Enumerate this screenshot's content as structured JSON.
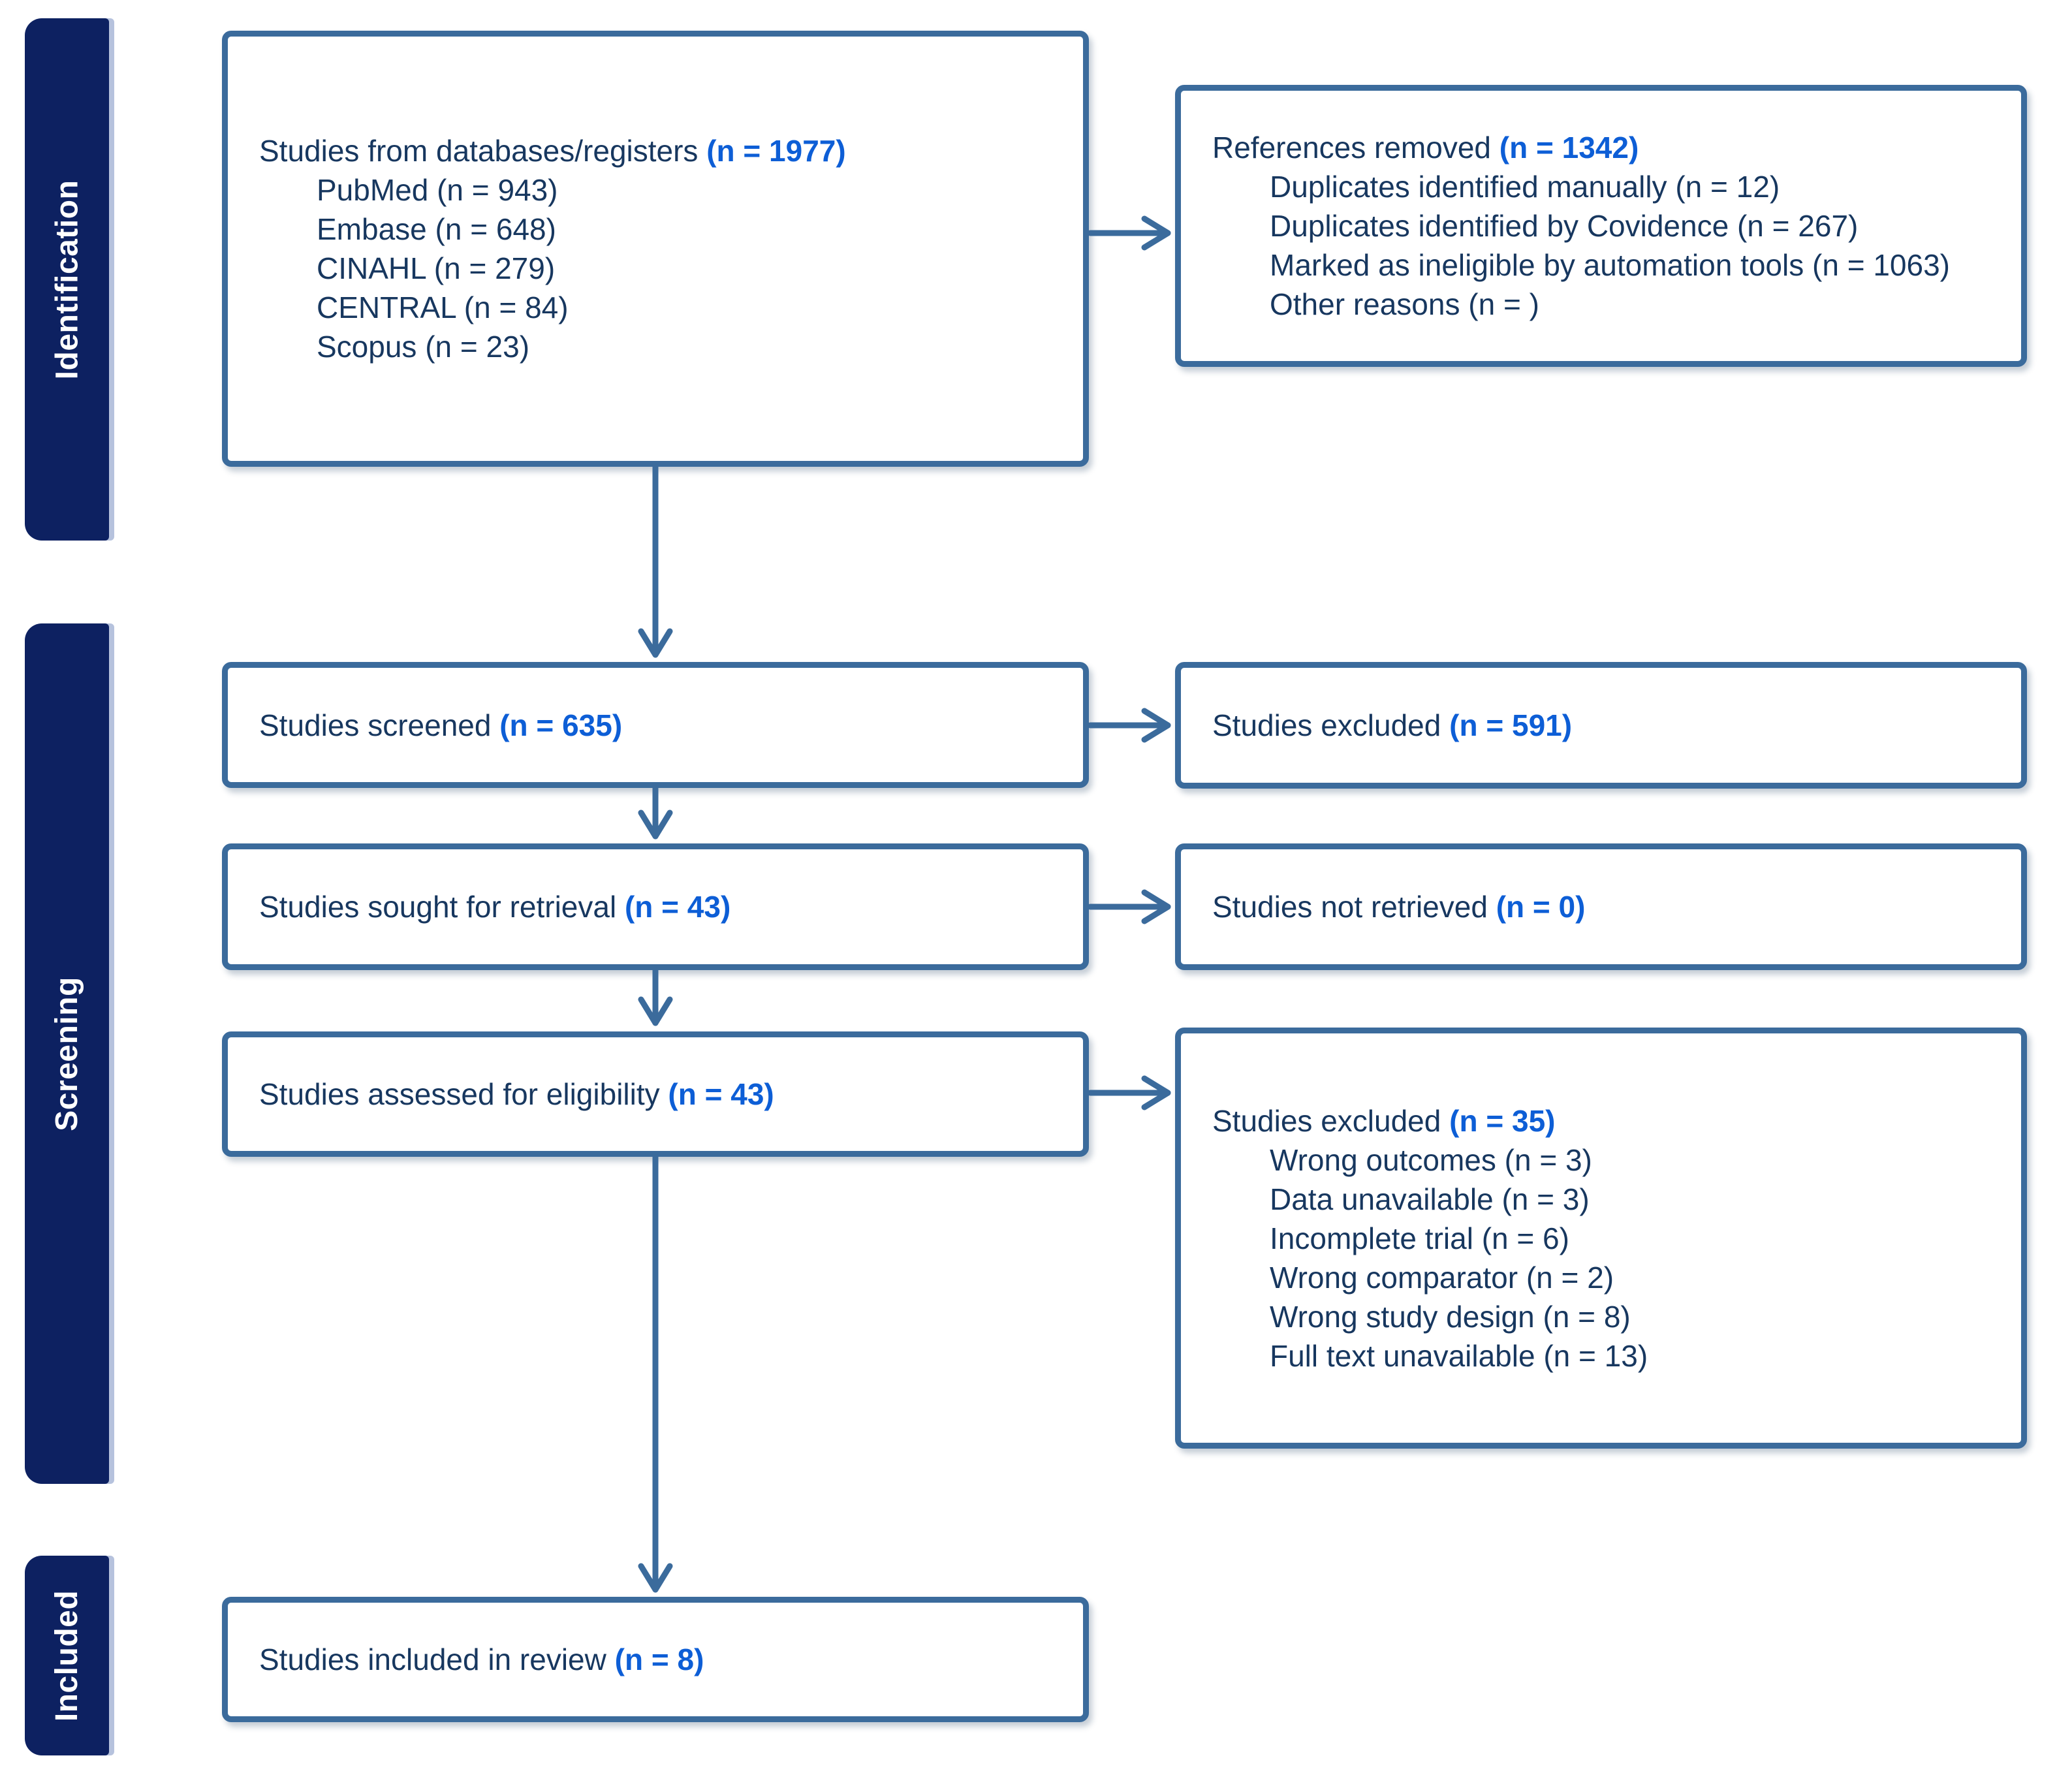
{
  "palette": {
    "accent": "#0d5ed6",
    "navy_text": "#17375f",
    "steel": "#3b6b9c",
    "sidebar_bg": "#0d2161"
  },
  "sidebar": {
    "identification_label": "Identification",
    "screening_label": "Screening",
    "included_label": "Included"
  },
  "boxes": {
    "databases": {
      "label": "Studies from databases/registers",
      "count": "(n = 1977)",
      "items": [
        "PubMed (n = 943)",
        "Embase (n = 648)",
        "CINAHL (n = 279)",
        "CENTRAL (n = 84)",
        "Scopus (n = 23)"
      ]
    },
    "references_removed": {
      "label": "References removed",
      "count": "(n = 1342)",
      "items": [
        "Duplicates identified manually (n = 12)",
        "Duplicates identified by Covidence (n = 267)",
        "Marked as ineligible by automation tools (n = 1063)",
        "Other reasons (n = )"
      ]
    },
    "screened": {
      "label": "Studies screened",
      "count": "(n = 635)"
    },
    "excluded_screening": {
      "label": "Studies excluded",
      "count": "(n = 591)"
    },
    "sought": {
      "label": "Studies sought for retrieval",
      "count": "(n = 43)"
    },
    "not_retrieved": {
      "label": "Studies not retrieved",
      "count": "(n = 0)"
    },
    "assessed": {
      "label": "Studies assessed for eligibility",
      "count": "(n = 43)"
    },
    "excluded_eligibility": {
      "label": "Studies excluded",
      "count": "(n = 35)",
      "items": [
        "Wrong outcomes (n = 3)",
        "Data unavailable (n = 3)",
        "Incomplete trial (n = 6)",
        "Wrong comparator (n = 2)",
        "Wrong study design (n = 8)",
        "Full text unavailable (n = 13)"
      ]
    },
    "included_review": {
      "label": "Studies included in review",
      "count": "(n = 8)"
    }
  }
}
